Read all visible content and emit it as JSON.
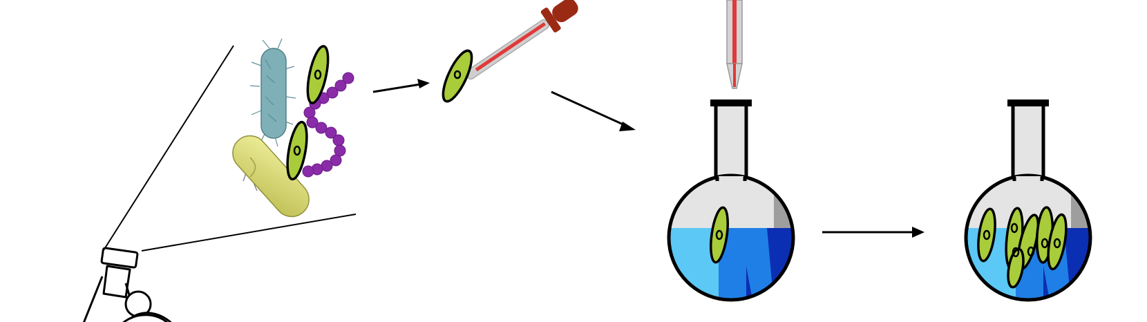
{
  "diagram": {
    "steps": [
      {
        "name": "microscope-observation",
        "icon": "microscope-icon"
      },
      {
        "name": "mixed-microbe-sample",
        "icon": "microbes-icon"
      },
      {
        "name": "isolate-single-cell",
        "icon": "dropper-icon"
      },
      {
        "name": "inoculate-flask",
        "icon": "flask-icon"
      },
      {
        "name": "culture-growth",
        "icon": "flask-icon"
      }
    ],
    "flask_1_cells": 1,
    "flask_2_cells": 6
  },
  "colors": {
    "cell_fill": "#a9cc3a",
    "outline": "#000000",
    "dropper_bulb": "#9a2a14",
    "dropper_tube": "#cfcfcf",
    "dropper_fluid": "#e03a3a",
    "medium_light": "#5cc8f6",
    "medium_mid": "#1f7fe6",
    "medium_dark": "#0b2fb3",
    "flask_glass": "#e4e4e4",
    "flask_shade": "#9e9e9e",
    "bacillus_fill": "#7fb0b8",
    "yeast_fill": "#dcdc7a",
    "cocci_fill": "#8a2ca8"
  }
}
